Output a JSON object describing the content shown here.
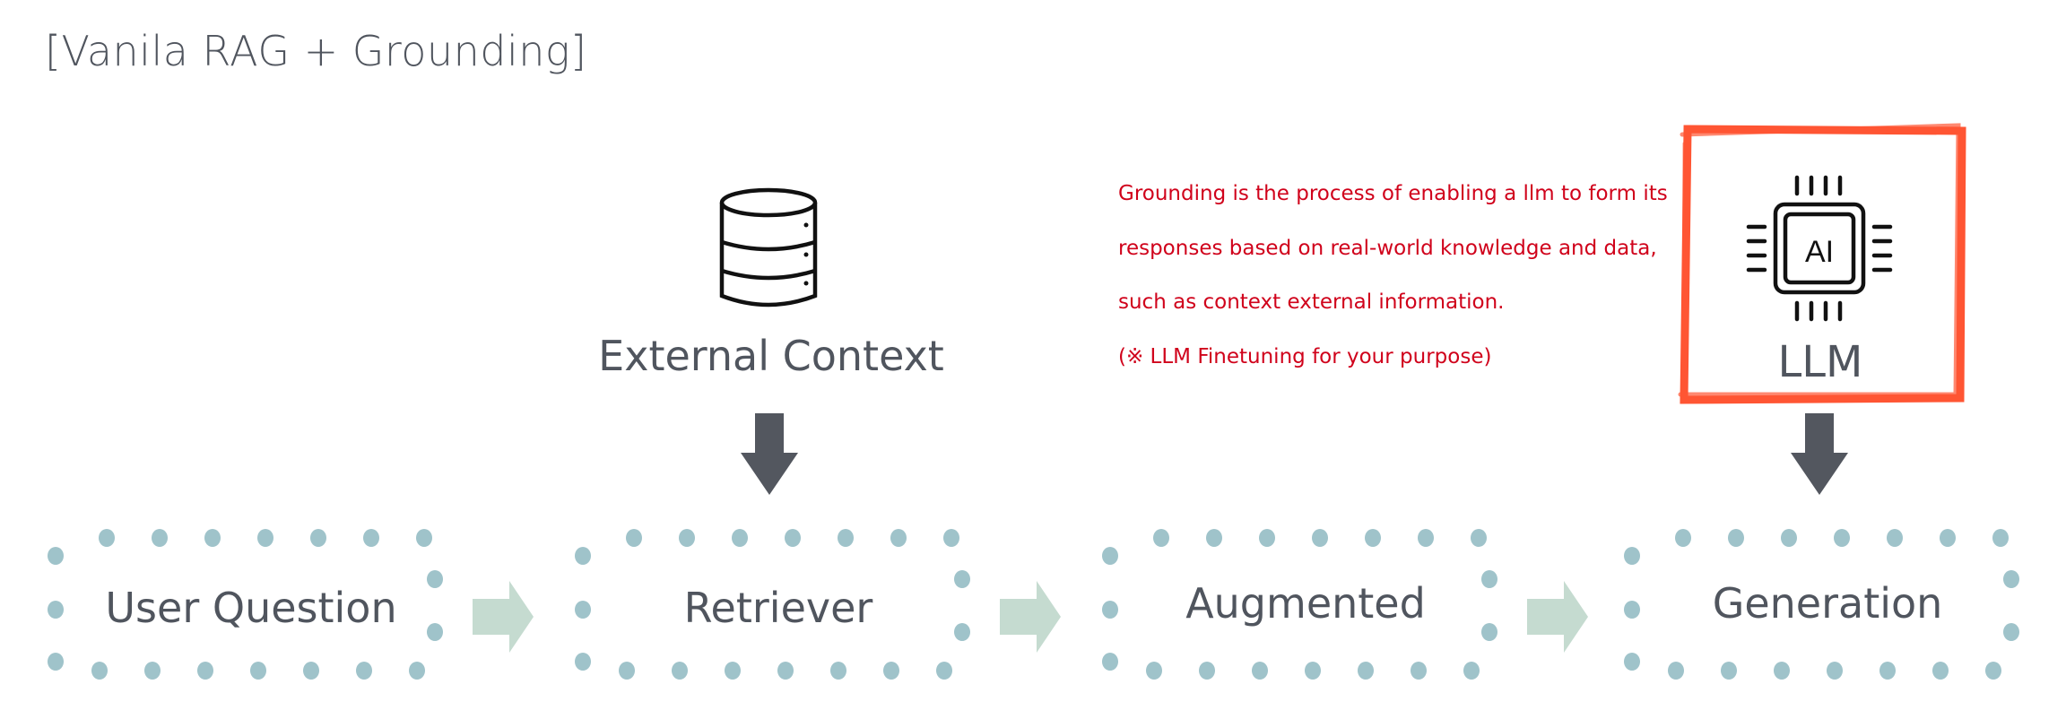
{
  "title": "[Vanila RAG + Grounding]",
  "external_context": {
    "icon": "database-icon",
    "label": "External Context"
  },
  "grounding_note": {
    "lines": [
      "Grounding is the process of enabling a llm to form its",
      "responses based on real-world knowledge and data,",
      "such as context external information.",
      "(※ LLM Finetuning for your purpose)"
    ],
    "color": "#d0021b"
  },
  "llm": {
    "icon": "ai-chip-icon",
    "icon_text": "AI",
    "label": "LLM",
    "highlight_color": "#ff5533"
  },
  "pipeline": {
    "stages": [
      {
        "label": "User Question"
      },
      {
        "label": "Retriever"
      },
      {
        "label": "Augmented"
      },
      {
        "label": "Generation"
      }
    ],
    "dot_color": "#9fc3ca",
    "flow_arrow_color": "#c5dbd0",
    "down_arrow_color": "#53575f"
  }
}
